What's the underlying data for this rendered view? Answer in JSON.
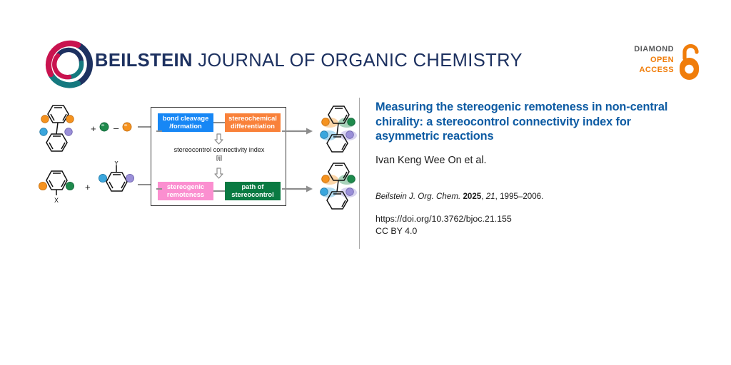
{
  "masthead": {
    "logo_icon": "beilstein-spiral-logo",
    "title_bold": "BEILSTEIN",
    "title_rest": " JOURNAL OF ORGANIC CHEMISTRY",
    "title_color": "#1d3160",
    "open_access": {
      "line1": "DIAMOND",
      "line2": "OPEN",
      "line3": "ACCESS",
      "icon": "open-padlock-icon",
      "accent_color": "#f07d0a",
      "diamond_color": "#58595b"
    }
  },
  "graphical_abstract": {
    "center_box": {
      "label_bond_cleavage": "bond cleavage\n/formation",
      "label_bond_cleavage_line1": "bond cleavage",
      "label_bond_cleavage_line2": "/formation",
      "label_stereochemical_line1": "stereochemical",
      "label_stereochemical_line2": "differentiation",
      "label_stereogenic_line1": "stereogenic",
      "label_stereogenic_line2": "remoteness",
      "label_path_line1": "path of",
      "label_path_line2": "stereocontrol",
      "index_text": "stereocontrol connectivity index",
      "index_subscript": "[ij]",
      "colors": {
        "bond_cleavage": "#1787f5",
        "stereochemical": "#f9813a",
        "stereogenic": "#fb8fd0",
        "path": "#0a7a42"
      }
    },
    "reactants": {
      "row1_plus": "+",
      "row1_minus": "–",
      "row2_plus": "+",
      "substituent_x": "X",
      "substituent_y": "Y"
    },
    "substituent_colors": {
      "orange": "#f5921e",
      "green": "#1e8a4c",
      "blue": "#3aa6dd",
      "purple": "#9a8fd8"
    }
  },
  "article": {
    "title": "Measuring the stereogenic remoteness in non-central chirality: a stereocontrol connectivity index for asymmetric reactions",
    "authors": "Ivan Keng Wee On et al.",
    "citation": {
      "journal": "Beilstein J. Org. Chem.",
      "year": "2025",
      "volume": "21",
      "pages": "1995–2006.",
      "separator1": ",",
      "separator2": ","
    },
    "doi": "https://doi.org/10.3762/bjoc.21.155",
    "license": "CC BY 4.0",
    "title_color": "#0d5ba3"
  }
}
